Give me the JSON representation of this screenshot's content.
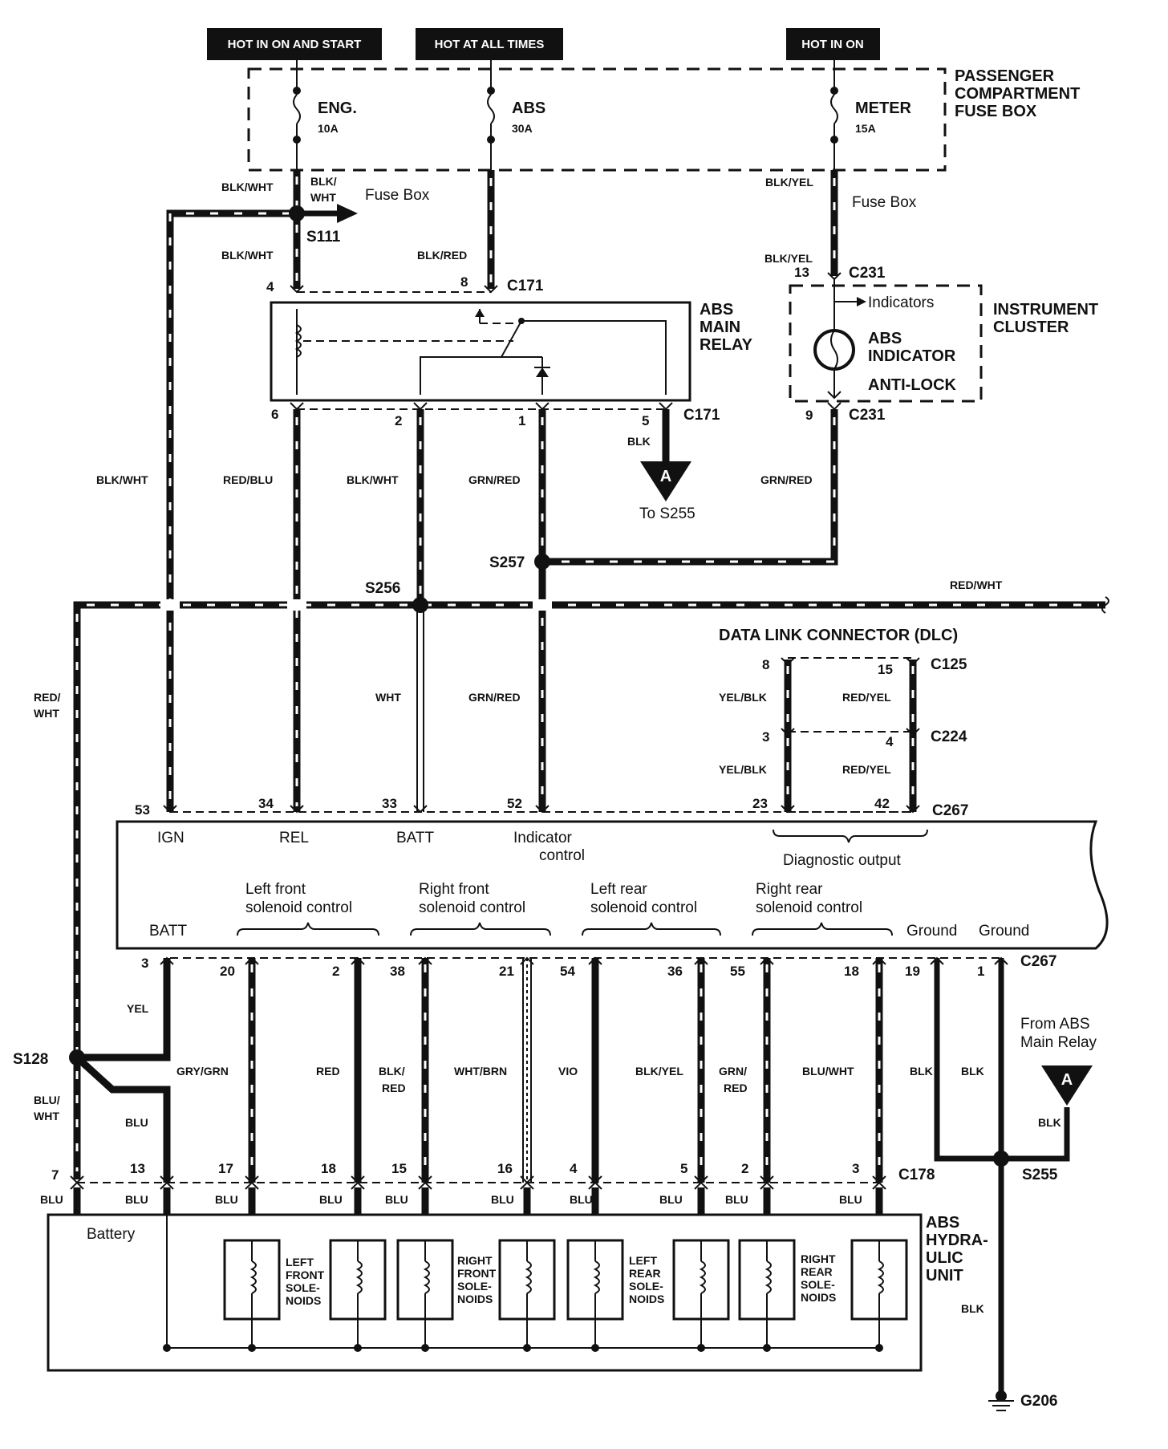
{
  "power_sources": {
    "hot_on_start": "HOT IN ON AND START",
    "hot_all_times": "HOT AT ALL TIMES",
    "hot_on": "HOT IN ON"
  },
  "fuse_box": {
    "name": [
      "PASSENGER",
      "COMPARTMENT",
      "FUSE BOX"
    ],
    "fuses": [
      {
        "name": "ENG.",
        "rating": "10A"
      },
      {
        "name": "ABS",
        "rating": "30A"
      },
      {
        "name": "METER",
        "rating": "15A"
      }
    ]
  },
  "wires": {
    "blk_wht": "BLK/WHT",
    "blk_wht_split": [
      "BLK/",
      "WHT"
    ],
    "fuse_box_arrow": "Fuse Box",
    "fuse_box_arrow2": "Fuse Box",
    "blk_red": "BLK/RED",
    "blk_yel": "BLK/YEL",
    "red_blu": "RED/BLU",
    "grn_red": "GRN/RED",
    "blk": "BLK",
    "red_wht": "RED/WHT",
    "red_wht_split": [
      "RED/",
      "WHT"
    ],
    "wht": "WHT",
    "yel_blk": "YEL/BLK",
    "red_yel": "RED/YEL",
    "yel": "YEL",
    "gry_grn": "GRY/GRN",
    "red": "RED",
    "blk_red_split": [
      "BLK/",
      "RED"
    ],
    "wht_brn": "WHT/BRN",
    "vio": "VIO",
    "grn_red_split": [
      "GRN/",
      "RED"
    ],
    "blu_wht": "BLU/WHT",
    "blu_wht_split": [
      "BLU/",
      "WHT"
    ],
    "blu": "BLU",
    "blk_wht_left": "BLK/WHT"
  },
  "splices": {
    "s111": "S111",
    "s255": "S255",
    "s256": "S256",
    "s257": "S257",
    "s128": "S128"
  },
  "connectors": {
    "c171": "C171",
    "c231": "C231",
    "c125": "C125",
    "c224": "C224",
    "c267": "C267",
    "c178": "C178"
  },
  "relay": {
    "name": [
      "ABS",
      "MAIN",
      "RELAY"
    ],
    "pins": {
      "p4": "4",
      "p8": "8",
      "p6": "6",
      "p2": "2",
      "p1": "1",
      "p5": "5"
    }
  },
  "cluster": {
    "name": [
      "INSTRUMENT",
      "CLUSTER"
    ],
    "indicators": "Indicators",
    "abs_indicator": [
      "ABS",
      "INDICATOR"
    ],
    "anti_lock": "ANTI-LOCK",
    "pin_top": "13",
    "pin_bottom": "9"
  },
  "ref_a": {
    "letter": "A",
    "to": "To S255",
    "from": [
      "From ABS",
      "Main Relay"
    ]
  },
  "dlc": {
    "title": "DATA LINK CONNECTOR (DLC)",
    "pins": {
      "p8": "8",
      "p15": "15",
      "p3": "3",
      "p4": "4",
      "p23": "23",
      "p42": "42"
    }
  },
  "control_unit": {
    "top_pins": [
      "53",
      "34",
      "33",
      "52"
    ],
    "top_labels": [
      "IGN",
      "REL",
      "BATT"
    ],
    "indicator_control": [
      "Indicator",
      "control"
    ],
    "diagnostic_output": "Diagnostic output",
    "batt": "BATT",
    "groups": [
      [
        "Left front",
        "solenoid control"
      ],
      [
        "Right front",
        "solenoid control"
      ],
      [
        "Left rear",
        "solenoid control"
      ],
      [
        "Right rear",
        "solenoid control"
      ]
    ],
    "ground": "Ground",
    "ground_partial": "Ground",
    "bottom_pins": [
      "3",
      "20",
      "2",
      "38",
      "21",
      "54",
      "36",
      "55",
      "18",
      "19",
      "1"
    ]
  },
  "hydraulic_unit": {
    "name": [
      "ABS",
      "HYDRA-",
      "ULIC",
      "UNIT"
    ],
    "battery": "Battery",
    "pins": [
      "7",
      "13",
      "17",
      "18",
      "15",
      "16",
      "4",
      "5",
      "2",
      "3"
    ],
    "solenoids": [
      [
        "LEFT",
        "FRONT",
        "SOLE-",
        "NOIDS"
      ],
      [
        "RIGHT",
        "FRONT",
        "SOLE-",
        "NOIDS"
      ],
      [
        "LEFT",
        "REAR",
        "SOLE-",
        "NOIDS"
      ],
      [
        "RIGHT",
        "REAR",
        "SOLE-",
        "NOIDS"
      ]
    ]
  },
  "ground": "G206"
}
